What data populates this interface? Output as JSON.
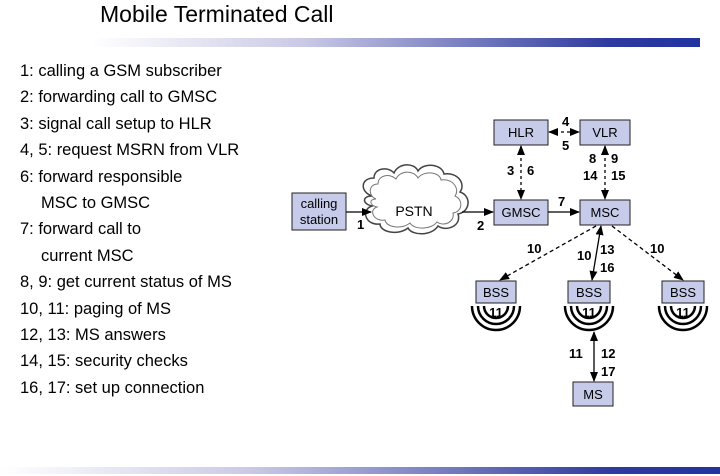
{
  "title": "Mobile Terminated Call",
  "steps": [
    "1: calling a GSM subscriber",
    "2: forwarding call to GMSC",
    "3: signal call setup to HLR",
    "4, 5: request MSRN from VLR",
    "6: forward responsible",
    "MSC to GMSC",
    "7: forward call to",
    "current MSC",
    "8, 9: get current status of MS",
    "10, 11: paging of MS",
    "12, 13: MS answers",
    "14, 15: security checks",
    "16, 17: set up connection"
  ],
  "nodes": {
    "calling_station_1": "calling",
    "calling_station_2": "station",
    "pstn": "PSTN",
    "gmsc": "GMSC",
    "msc": "MSC",
    "hlr": "HLR",
    "vlr": "VLR",
    "bss_left": "BSS",
    "bss_mid": "BSS",
    "bss_right": "BSS",
    "ms": "MS"
  },
  "edge_labels": {
    "e1": "1",
    "e2": "2",
    "e3": "3",
    "e6": "6",
    "e4": "4",
    "e5": "5",
    "e7": "7",
    "e8": "8",
    "e9": "9",
    "e14": "14",
    "e15": "15",
    "e10_left": "10",
    "e10_mid": "10",
    "e13": "13",
    "e16": "16",
    "e10_right": "10",
    "e11_left": "11",
    "e11_mid": "11",
    "e11_right": "11",
    "e11_ms": "11",
    "e12": "12",
    "e17": "17"
  },
  "colors": {
    "box_fill": "#c5cbe9",
    "accent_bar": "#2e3a9e"
  }
}
